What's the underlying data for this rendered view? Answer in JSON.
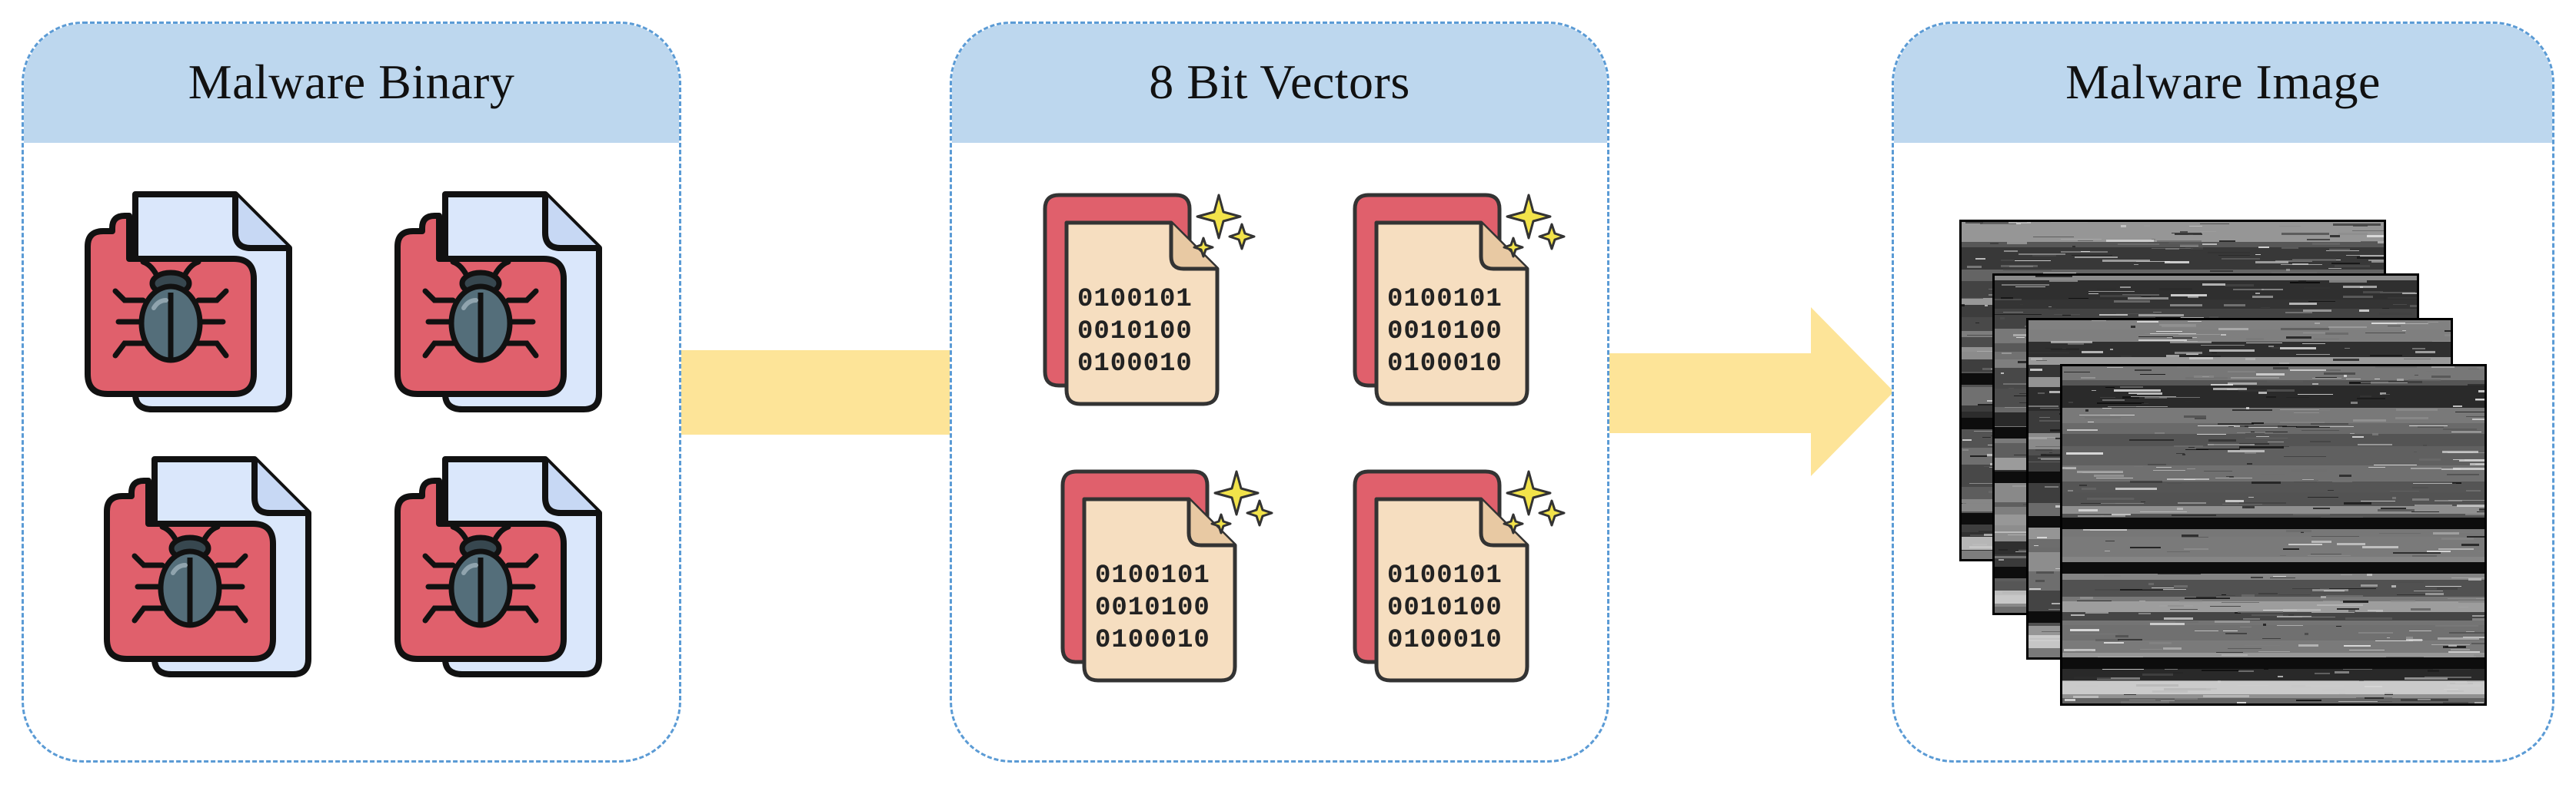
{
  "diagram": {
    "panels": [
      {
        "id": "binary",
        "title": "Malware Binary",
        "icon": "malware-file-icon",
        "item_count": 4
      },
      {
        "id": "vectors",
        "title": "8 Bit Vectors",
        "icon": "binary-document-icon",
        "item_count": 4,
        "bit_lines": [
          "0100101",
          "0010100",
          "0100010"
        ]
      },
      {
        "id": "image",
        "title": "Malware Image",
        "icon": "grayscale-image-stack",
        "item_count": 4
      }
    ],
    "connectors": [
      {
        "from": "binary",
        "to": "vectors",
        "style": "band"
      },
      {
        "from": "vectors",
        "to": "image",
        "style": "arrow"
      }
    ],
    "colors": {
      "header": "#bdd7ee",
      "dashed_border": "#5b9bd5",
      "connector": "#fde498",
      "file_light": "#dae7fb",
      "file_red": "#e0606c",
      "doc_beige": "#f6dec0",
      "sparkle": "#f2e34a"
    }
  }
}
